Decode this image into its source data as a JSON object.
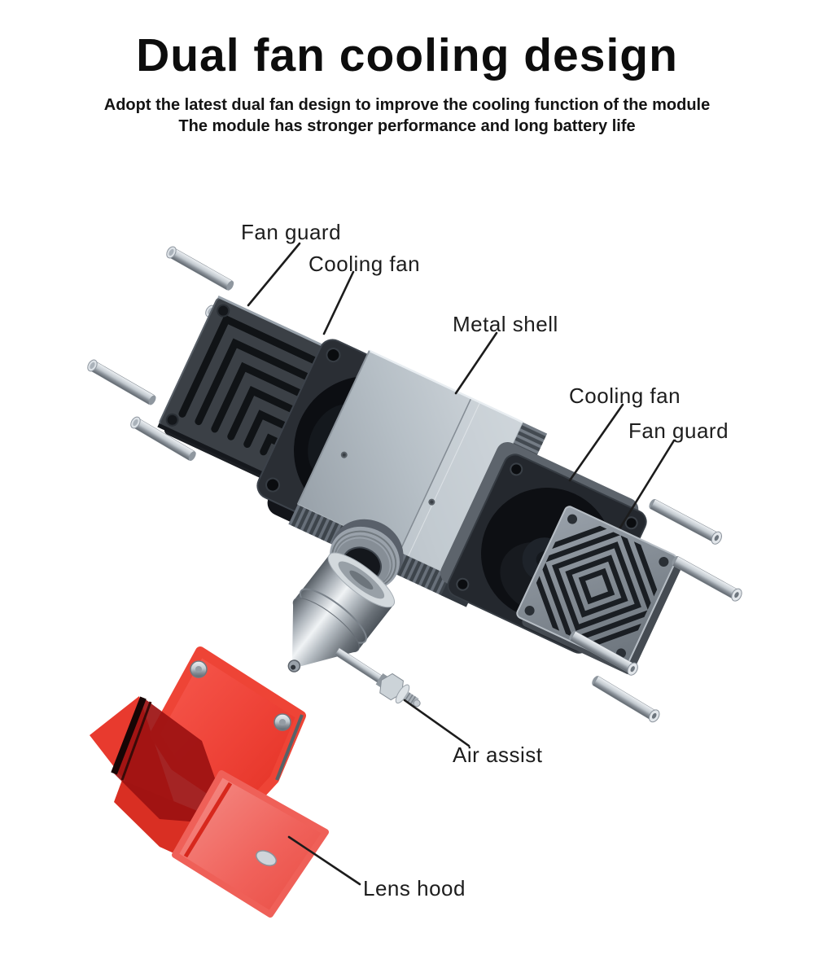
{
  "page": {
    "background_color": "#ffffff"
  },
  "header": {
    "title": "Dual fan cooling design",
    "subtitle_line1": "Adopt the latest dual fan design to improve the cooling function of the module",
    "subtitle_line2": "The module has stronger performance and long battery life"
  },
  "diagram": {
    "type": "exploded-view-product-diagram",
    "callouts": [
      {
        "part": "fan-guard-left",
        "text": "Fan guard"
      },
      {
        "part": "cooling-fan-left",
        "text": "Cooling fan"
      },
      {
        "part": "metal-shell",
        "text": "Metal shell"
      },
      {
        "part": "cooling-fan-right",
        "text": "Cooling fan"
      },
      {
        "part": "fan-guard-right",
        "text": "Fan guard"
      },
      {
        "part": "air-assist",
        "text": "Air assist"
      },
      {
        "part": "lens-hood",
        "text": "Lens hood"
      }
    ],
    "colors": {
      "label_text": "#1d1d1d",
      "leader_line": "#1c1c1c",
      "metal_shell": "#b6bfc6",
      "fan_body": "#24282e",
      "fan_guard_left": "#3b4046",
      "fan_guard_right": "#848c94",
      "screw_metal": "#c2c9cf",
      "lens_hood_red": "#ee4237",
      "lens_hood_window": "#9c1111"
    }
  }
}
